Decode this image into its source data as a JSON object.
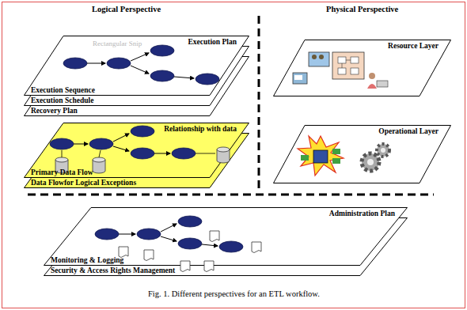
{
  "diagram": {
    "caption": "Fig. 1. Different perspectives for an ETL workflow.",
    "nodes": [
      {
        "text": [
          "Execution Plan",
          "Execution Sequence"
        ]
      },
      {
        "text": [
          "Execution Schedule"
        ]
      },
      {
        "text": [
          "Recovery Plan"
        ]
      },
      {
        "text": [
          "Relationship with data",
          "Primary Data Flow"
        ]
      },
      {
        "text": [
          "Data Flowfor Logical Exceptions"
        ]
      },
      {
        "text": [
          "Resource Layer"
        ]
      },
      {
        "text": [
          "Operational Layer"
        ]
      },
      {
        "text": [
          "Administration Plan",
          "Monitoring & Logging"
        ]
      },
      {
        "text": [
          "Security & Access Rights Management"
        ]
      }
    ],
    "labels": [
      "Logical Perspective",
      "Physical Perspective",
      "Rectangular Snip"
    ]
  }
}
